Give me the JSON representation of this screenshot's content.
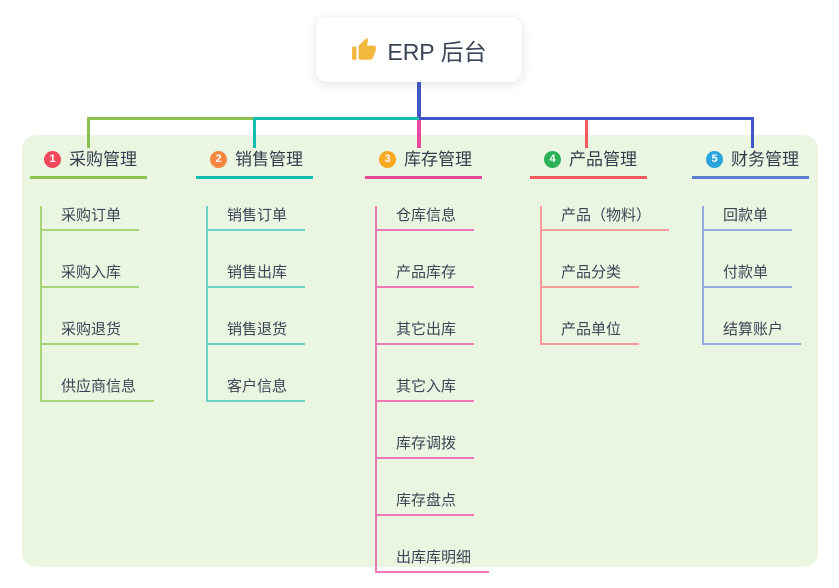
{
  "root": {
    "title": "ERP 后台",
    "icon": "thumbs-up-icon",
    "icon_color": "#f4b73e"
  },
  "colors": {
    "canvas_bg": "#ffffff",
    "panel_bg": "#eaf5e2",
    "root_line": "#4456c7",
    "header_text": "#333c4a",
    "child_text": "#3c4554"
  },
  "branches": [
    {
      "index": "1",
      "label": "采购管理",
      "badge_color": "#f4495d",
      "line_color": "#8cc152",
      "line_light": "#a8d478",
      "children": [
        "采购订单",
        "采购入库",
        "采购退货",
        "供应商信息"
      ]
    },
    {
      "index": "2",
      "label": "销售管理",
      "badge_color": "#f6883f",
      "line_color": "#14bdb2",
      "line_light": "#6fd0c6",
      "children": [
        "销售订单",
        "销售出库",
        "销售退货",
        "客户信息"
      ]
    },
    {
      "index": "3",
      "label": "库存管理",
      "badge_color": "#f9a822",
      "line_color": "#e9489f",
      "line_light": "#ef79b8",
      "children": [
        "仓库信息",
        "产品库存",
        "其它出库",
        "其它入库",
        "库存调拨",
        "库存盘点",
        "出库库明细"
      ]
    },
    {
      "index": "4",
      "label": "产品管理",
      "badge_color": "#2bb157",
      "line_color": "#f25b5e",
      "line_light": "#f79a9b",
      "children": [
        "产品（物料）",
        "产品分类",
        "产品单位"
      ]
    },
    {
      "index": "5",
      "label": "财务管理",
      "badge_color": "#2aa5dd",
      "line_color": "#5a7dd2",
      "line_light": "#93abe0",
      "children": [
        "回款单",
        "付款单",
        "结算账户"
      ]
    }
  ]
}
